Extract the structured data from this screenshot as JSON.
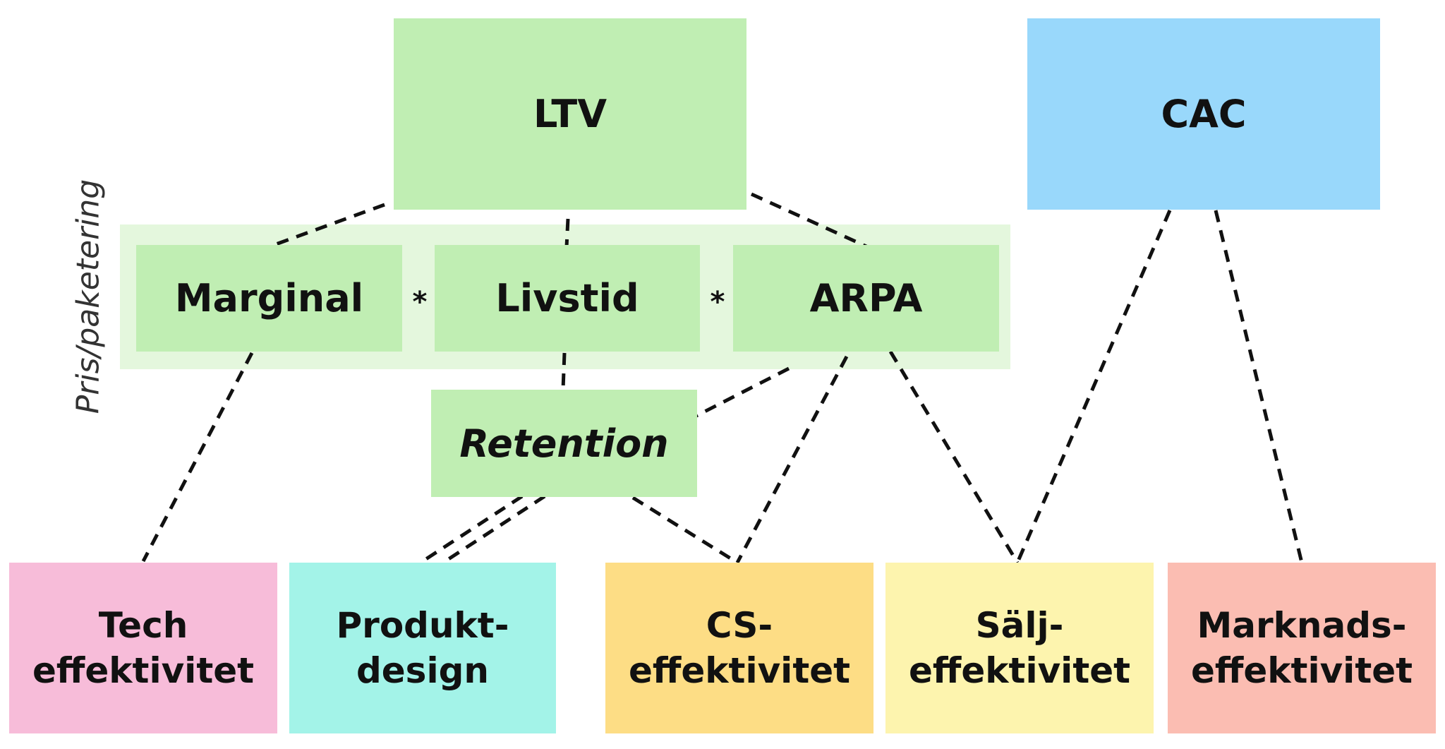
{
  "side_label": "Pris/paketering",
  "top": {
    "ltv": "LTV",
    "cac": "CAC"
  },
  "factors": {
    "marginal": "Marginal",
    "livstid": "Livstid",
    "arpa": "ARPA"
  },
  "operators": [
    "*",
    "*"
  ],
  "retention": "Retention",
  "drivers": [
    {
      "line1": "Tech",
      "line2": "effektivitet"
    },
    {
      "line1": "Produkt-",
      "line2": "design"
    },
    {
      "line1": "CS-",
      "line2": "effektivitet"
    },
    {
      "line1": "Sälj-",
      "line2": "effektivitet"
    },
    {
      "line1": "Marknads-",
      "line2": "effektivitet"
    }
  ],
  "colors": {
    "green": "#c0eeb3",
    "group_bg": "#e4f7dd",
    "blue": "#99d8fb",
    "pink": "#f7bcd9",
    "teal": "#a3f3e8",
    "orange": "#fddd85",
    "yellow": "#fdf4ae",
    "salmon": "#fbbdb2"
  }
}
